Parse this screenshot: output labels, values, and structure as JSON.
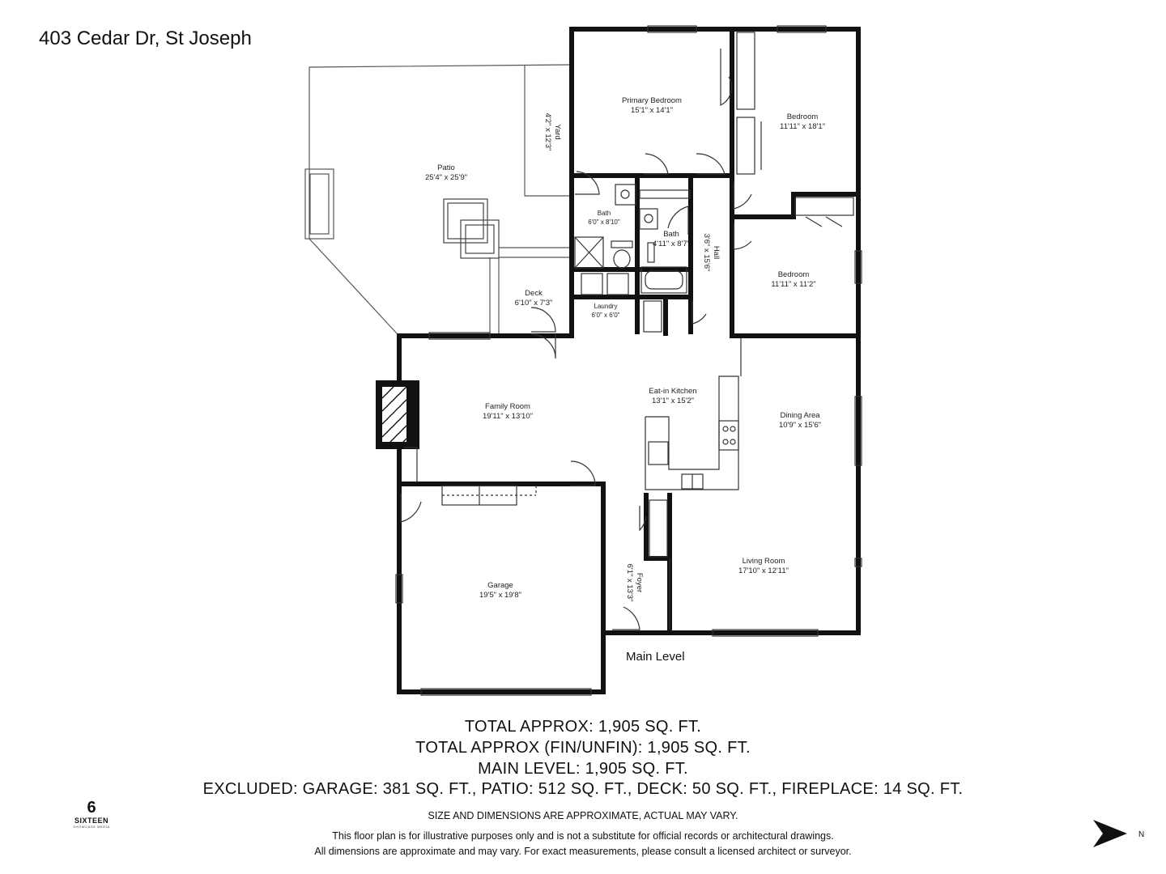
{
  "header": {
    "address": "403 Cedar Dr, St Joseph"
  },
  "rooms": [
    {
      "name": "Primary Bedroom",
      "dims": "15'1\" x 14'1\""
    },
    {
      "name": "Bedroom",
      "dims": "11'11\" x 18'1\""
    },
    {
      "name": "Patio",
      "dims": "25'4\" x 25'9\""
    },
    {
      "name": "Yard",
      "dims": "4'2\" x 12'3\""
    },
    {
      "name": "Bath",
      "dims": "6'0\" x 8'10\""
    },
    {
      "name": "Bath",
      "dims": "4'11\" x 8'7\""
    },
    {
      "name": "Hall",
      "dims": "3'6\" x 15'6\""
    },
    {
      "name": "Bedroom",
      "dims": "11'11\" x 11'2\""
    },
    {
      "name": "Deck",
      "dims": "6'10\" x 7'3\""
    },
    {
      "name": "Laundry",
      "dims": "6'0\" x 6'0\""
    },
    {
      "name": "Family Room",
      "dims": "19'11\" x 13'10\""
    },
    {
      "name": "Eat-in Kitchen",
      "dims": "13'1\" x 15'2\""
    },
    {
      "name": "Dining Area",
      "dims": "10'9\" x 15'6\""
    },
    {
      "name": "Garage",
      "dims": "19'5\" x 19'8\""
    },
    {
      "name": "Living Room",
      "dims": "17'10\" x 12'11\""
    },
    {
      "name": "Foyer",
      "dims": "6'1\" x 13'3\""
    }
  ],
  "level_label": "Main Level",
  "summary": [
    "TOTAL APPROX: 1,905 SQ. FT.",
    "TOTAL APPROX (FIN/UNFIN): 1,905 SQ. FT.",
    "MAIN LEVEL: 1,905 SQ. FT.",
    "EXCLUDED: GARAGE: 381 SQ. FT., PATIO: 512 SQ. FT., DECK: 50 SQ. FT., FIREPLACE: 14 SQ. FT."
  ],
  "disclaimer": {
    "size_note": "SIZE AND DIMENSIONS ARE APPROXIMATE, ACTUAL MAY VARY.",
    "line1": "This floor plan is for illustrative purposes only and is not a substitute for official records or architectural drawings.",
    "line2": "All dimensions are approximate and may vary. For exact measurements, please consult a licensed architect or surveyor."
  },
  "logo": {
    "glyph": "6",
    "name": "SIXTEEN",
    "sub": "SHOWCASE MEDIA"
  },
  "compass": {
    "label": "N"
  },
  "colors": {
    "wall": "#111111",
    "thin": "#333333",
    "background": "#ffffff"
  }
}
